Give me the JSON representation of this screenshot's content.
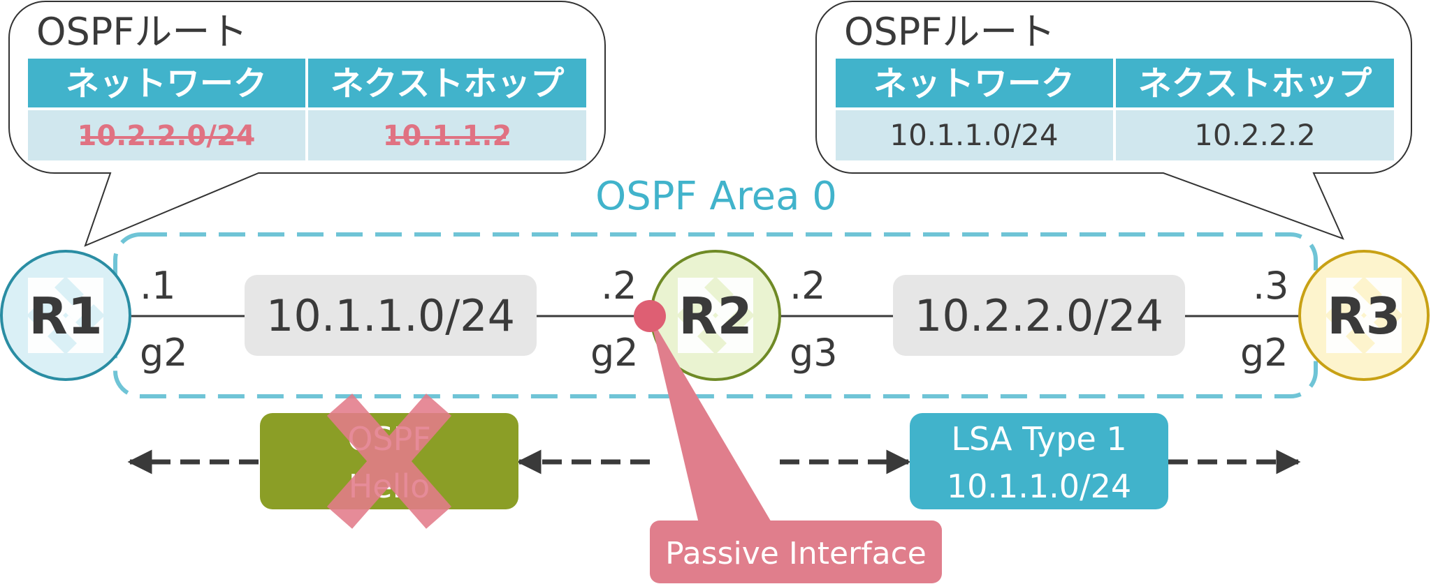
{
  "colors": {
    "teal": "#41b3cb",
    "table_cell": "#d0e7ee",
    "struck_red": "#e07282",
    "passive": "#e07e8c",
    "hello_box": "#8b9e26",
    "hello_x": "#e37c8a",
    "r1_fill": "#daf0f6",
    "r1_stroke": "#2a8da3",
    "r2_fill": "#eaf3d1",
    "r2_stroke": "#6f8a26",
    "r3_fill": "#fdf4cd",
    "r3_stroke": "#c8a115",
    "subnet_bg": "#e6e6e6",
    "area_dash": "#6fc4d6"
  },
  "left_table": {
    "title": "OSPFルート",
    "col_network": "ネットワーク",
    "col_nexthop": "ネクストホップ",
    "network": "10.2.2.0/24",
    "nexthop": "10.1.1.2"
  },
  "right_table": {
    "title": "OSPFルート",
    "col_network": "ネットワーク",
    "col_nexthop": "ネクストホップ",
    "network": "10.1.1.0/24",
    "nexthop": "10.2.2.2"
  },
  "area_label": "OSPF Area 0",
  "routers": {
    "r1": "R1",
    "r2": "R2",
    "r3": "R3"
  },
  "links": {
    "left_subnet": "10.1.1.0/24",
    "right_subnet": "10.2.2.0/24",
    "r1_addr": ".1",
    "r1_if": "g2",
    "r2_left_addr": ".2",
    "r2_left_if": "g2",
    "r2_right_addr": ".2",
    "r2_right_if": "g3",
    "r3_addr": ".3",
    "r3_if": "g2"
  },
  "hello_box": {
    "line1": "OSPF",
    "line2": "Hello"
  },
  "lsa_box": {
    "line1": "LSA Type 1",
    "line2": "10.1.1.0/24"
  },
  "passive_label": "Passive Interface"
}
